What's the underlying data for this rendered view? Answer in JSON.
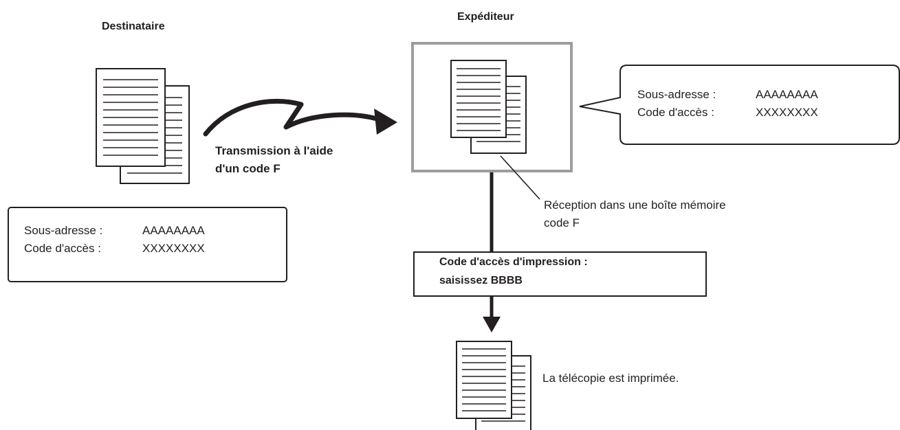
{
  "receiver_label": "Destinataire",
  "sender_label": "Expéditeur",
  "transmission_label": [
    "Transmission à l'aide",
    "d'un code F"
  ],
  "receiver_info": {
    "subaddress_key": "Sous-adresse :",
    "subaddress_value": "AAAAAAAA",
    "passcode_key": "Code d'accès :",
    "passcode_value": "XXXXXXXX"
  },
  "sender_info": {
    "subaddress_key": "Sous-adresse :",
    "subaddress_value": "AAAAAAAA",
    "passcode_key": "Code d'accès :",
    "passcode_value": "XXXXXXXX"
  },
  "memory_box_label": [
    "Réception dans une boîte mémoire",
    "code F"
  ],
  "print_passcode": [
    "Code d'accès d'impression :",
    "saisissez BBBB"
  ],
  "printed_label": "La télécopie est imprimée.",
  "colors": {
    "line": "#231f20",
    "machine_frame": "#9d9d9d"
  },
  "icons": [
    "document-stack-icon",
    "document-stack-icon",
    "document-stack-icon",
    "curved-arrow-icon",
    "down-arrow-icon"
  ]
}
